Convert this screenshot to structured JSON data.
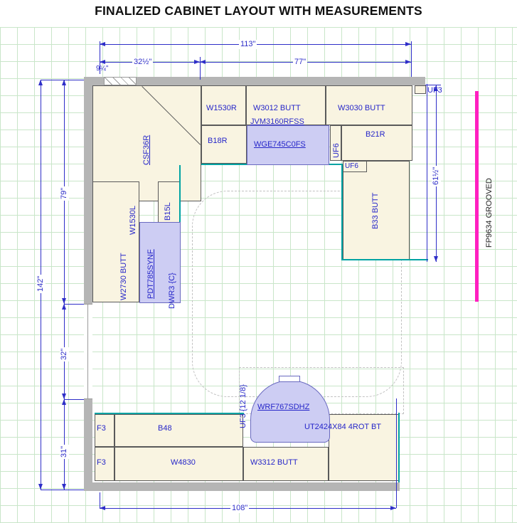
{
  "title": "FINALIZED CABINET LAYOUT WITH MEASUREMENTS",
  "dimensions": {
    "top_total": "113\"",
    "top_left": "32½\"",
    "top_right": "77\"",
    "top_small": "9¼\"",
    "left_total": "142\"",
    "left_upper": "79\"",
    "left_window": "32\"",
    "left_lower": "31\"",
    "right_side": "61½\"",
    "bottom_total": "108\""
  },
  "cabinets": {
    "uf3_top": "UF3",
    "w1530r": "W1530R",
    "w3012": "W3012 BUTT",
    "w3030": "W3030 BUTT",
    "jvm_micro": "JVM3160RFSS",
    "b18r": "B18R",
    "range": "WGE745C0FS",
    "b21r": "B21R",
    "uf6_vertical": "UF6",
    "uf6_small": "UF6",
    "b33": "B33 BUTT",
    "csf36r": "CSF36R",
    "b15l": "B15L",
    "w1530l": "W1530L",
    "w2730": "W2730 BUTT",
    "dishwasher": "PDT785SYNF",
    "dwr": "DWR3 {C}",
    "filler_strip": "FP9634 GROOVED",
    "uf3_fridge": "UF3 {12 1/8}",
    "fridge": "WRF767SDHZ",
    "utility": "UT2424X84 4ROT BT",
    "b48": "B48",
    "f3_upper": "F3",
    "f3_lower": "F3",
    "w4830": "W4830",
    "w3312": "W3312 BUTT"
  },
  "colors": {
    "dimension_blue": "#2e2ec8",
    "label_blue": "#2626c9",
    "cabinet_fill": "#f9f4e1",
    "appliance_fill": "#cdcdf3",
    "counter_teal": "#00a3a3",
    "wall_gray": "#b5b5b5",
    "grid_green": "#c9e6c9",
    "accent_magenta": "#ff1fc0"
  }
}
